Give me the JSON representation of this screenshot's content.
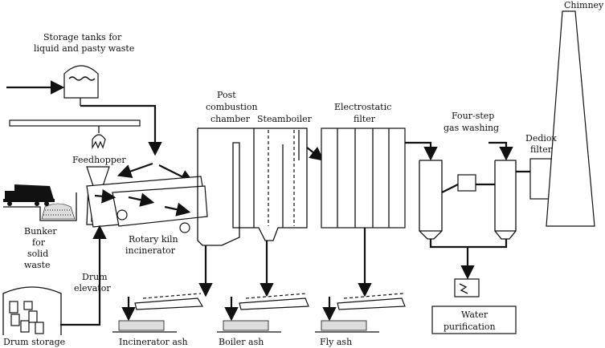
{
  "labels": {
    "chimney": "Chimney",
    "storage_tanks_line1": "Storage tanks for",
    "storage_tanks_line2": "liquid and pasty waste",
    "post_combustion_line1": "Post",
    "post_combustion_line2": "combustion",
    "post_combustion_line3": "chamber",
    "steamboiler": "Steamboiler",
    "electrostatic_line1": "Electrostatic",
    "electrostatic_line2": "filter",
    "gas_washing_line1": "Four-step",
    "gas_washing_line2": "gas washing",
    "dediox_line1": "Dediox",
    "dediox_line2": "filter",
    "feedhopper": "Feedhopper",
    "bunker_line1": "Bunker",
    "bunker_line2": "for",
    "bunker_line3": "solid",
    "bunker_line4": "waste",
    "rotary_kiln_line1": "Rotary kiln",
    "rotary_kiln_line2": "incinerator",
    "drum_elevator_line1": "Drum",
    "drum_elevator_line2": "elevator",
    "drum_storage": "Drum storage",
    "incinerator_ash": "Incinerator ash",
    "boiler_ash": "Boiler ash",
    "fly_ash": "Fly ash",
    "water_purification_line1": "Water",
    "water_purification_line2": "purification"
  }
}
